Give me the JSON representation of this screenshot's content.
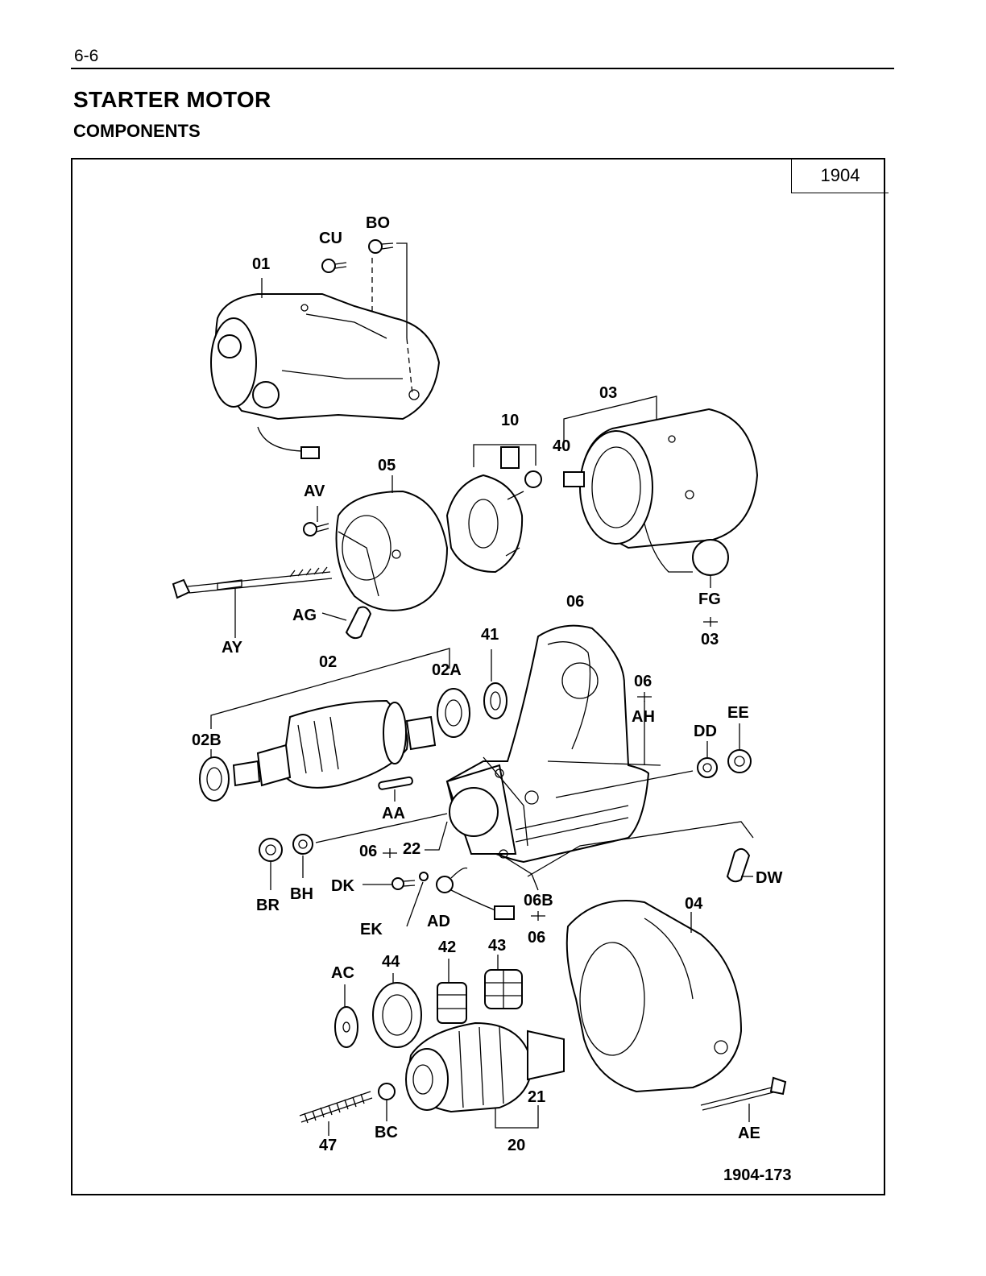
{
  "header": {
    "page_number": "6-6",
    "title": "STARTER MOTOR",
    "subtitle": "COMPONENTS"
  },
  "diagram": {
    "group_code": "1904",
    "figure_number": "1904-173",
    "labels": {
      "CU": "CU",
      "BO": "BO",
      "01": "01",
      "03": "03",
      "10": "10",
      "40": "40",
      "05": "05",
      "AV": "AV",
      "FG": "FG",
      "03b": "03",
      "06": "06",
      "AG": "AG",
      "AY": "AY",
      "41": "41",
      "02": "02",
      "02A": "02A",
      "06b": "06",
      "AH": "AH",
      "EE": "EE",
      "DD": "DD",
      "02B": "02B",
      "AA": "AA",
      "06c": "06",
      "22": "22",
      "BR": "BR",
      "BH": "BH",
      "DK": "DK",
      "EK": "EK",
      "AD": "AD",
      "06B": "06B",
      "06d": "06",
      "DW": "DW",
      "04": "04",
      "AC": "AC",
      "44": "44",
      "42": "42",
      "43": "43",
      "21": "21",
      "47": "47",
      "BC": "BC",
      "20": "20",
      "AE": "AE"
    }
  }
}
